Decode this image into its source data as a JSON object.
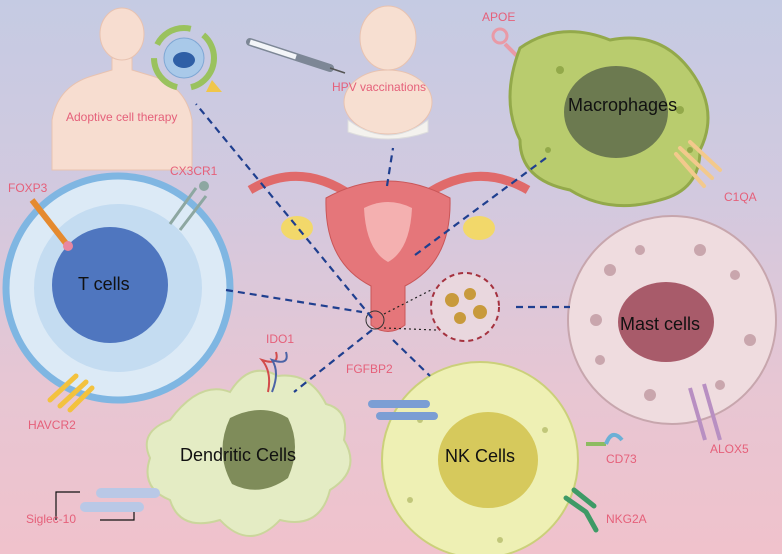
{
  "labels": {
    "adoptive": "Adoptive cell therapy",
    "hpv": "HPV vaccinations",
    "apoe": "APOE",
    "macrophages": "Macrophages",
    "c1qa": "C1QA",
    "foxp3": "FOXP3",
    "cx3cr1": "CX3CR1",
    "tcells": "T cells",
    "havcr2": "HAVCR2",
    "mast": "Mast cells",
    "alox5": "ALOX5",
    "ido1": "IDO1",
    "fgfbp2": "FGFBP2",
    "dendritic": "Dendritic Cells",
    "siglec": "Siglec-10",
    "nk": "NK Cells",
    "cd73": "CD73",
    "nkg2a": "NKG2A"
  },
  "colors": {
    "label": "#e5607a",
    "connector": "#1f3f8f",
    "tcell": "#5f86c8",
    "macrophage": "#b9cc6e",
    "mast": "#efdcdf",
    "nk": "#eef0b4",
    "dendritic": "#e4ecc4"
  }
}
